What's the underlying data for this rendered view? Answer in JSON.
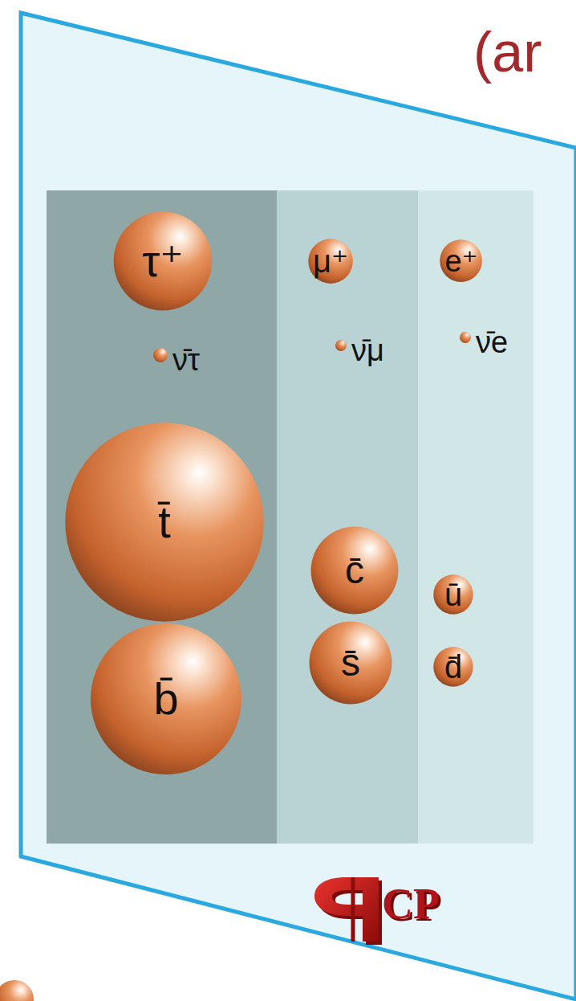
{
  "diagram": {
    "title": "(ar",
    "nodes": [
      {
        "text": [
          "τ⁺"
        ]
      },
      {
        "text": [
          "μ⁺"
        ]
      },
      {
        "text": [
          "e⁺"
        ]
      },
      {
        "text": [
          "ν̄τ"
        ]
      },
      {
        "text": [
          "ν̄μ"
        ]
      },
      {
        "text": [
          "ν̄e"
        ]
      },
      {
        "text": [
          "t̄"
        ]
      },
      {
        "text": [
          "c̄"
        ]
      },
      {
        "text": [
          "ū"
        ]
      },
      {
        "text": [
          "s̄"
        ]
      },
      {
        "text": [
          "d̄"
        ]
      },
      {
        "text": [
          "b̄"
        ]
      }
    ],
    "labels": [
      "CP"
    ]
  }
}
